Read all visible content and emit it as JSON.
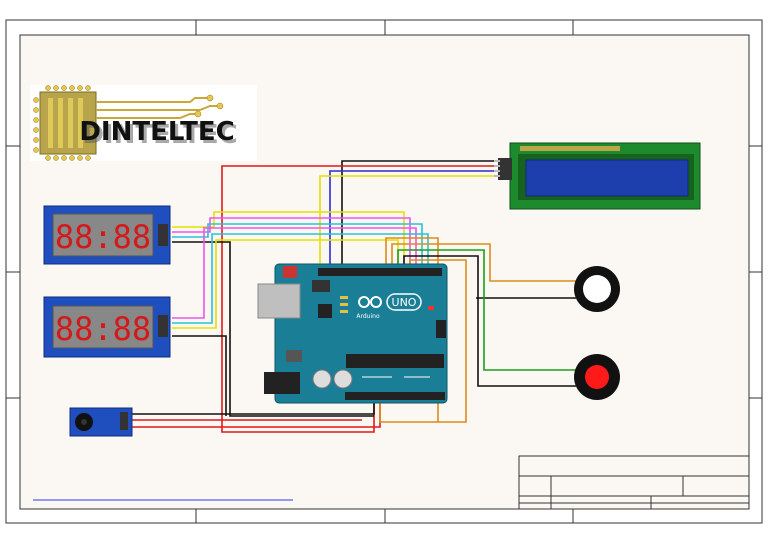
{
  "logo": {
    "text": "DINTELTEC"
  },
  "arduino": {
    "brand": "Arduino",
    "model": "UNO"
  },
  "displays": [
    {
      "readout": "88:88"
    },
    {
      "readout": "88:88"
    }
  ],
  "buttons": [
    {
      "cap_color": "#ffffff"
    },
    {
      "cap_color": "#ff1a1a"
    }
  ],
  "colors": {
    "sheet": "#fbf8f3",
    "pcb_blue": "#1f4fbf",
    "arduino_teal": "#1a7f96",
    "lcd_pcb": "#1e8a2e",
    "lcd_screen": "#1d3fae",
    "segment_red": "#d31a1a",
    "wire_red": "#e01919",
    "wire_black": "#111111",
    "wire_blue": "#2b2bd6",
    "wire_yellow": "#e6e000",
    "wire_magenta": "#ee55ee",
    "wire_cyan": "#27c4d6",
    "wire_orange": "#dd8a1a",
    "wire_green": "#1aa01a"
  }
}
